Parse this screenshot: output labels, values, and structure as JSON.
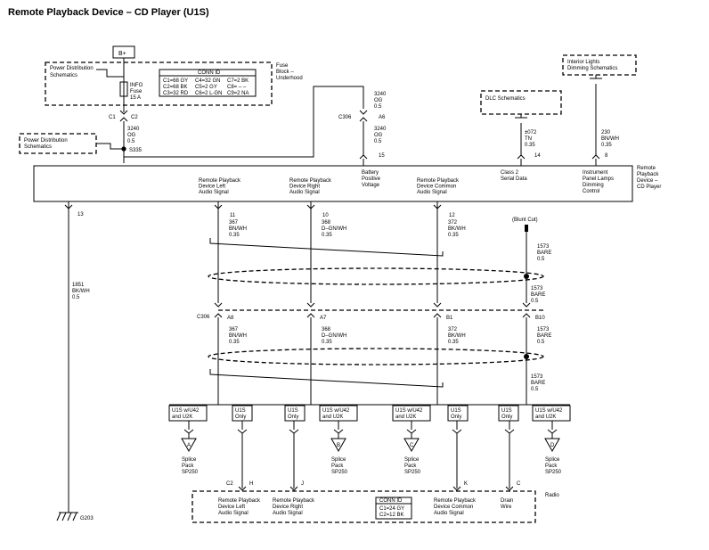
{
  "title": "Remote Playback Device – CD Player (U1S)",
  "fuse_block": {
    "battery": "B+",
    "power_dist": [
      "Power Distribution",
      "Schematics"
    ],
    "label": [
      "Fuse",
      "Block –",
      "Underhood"
    ],
    "conn_id_title": "CONN ID",
    "conn_id_rows": [
      [
        "C1=68 GY",
        "C4=32 GN",
        "C7=2 BK"
      ],
      [
        "C2=68 BK",
        "C5=2 GY",
        "C8= – –"
      ],
      [
        "C3=32 RD",
        "C6=2 L-GN",
        "C9=2 NA"
      ]
    ],
    "fuse": [
      "INFO",
      "Fuse",
      "15 A"
    ],
    "c1": "C1",
    "c2": "C2"
  },
  "left_feed": {
    "power_dist": [
      "Power Distribution",
      "Schematics"
    ],
    "wire": [
      "3240",
      "OG",
      "0.5"
    ],
    "splice": "S335"
  },
  "battery_feed": {
    "wire_top": [
      "3240",
      "OG",
      "0.5"
    ],
    "connector": "C306",
    "pin": "A6",
    "wire_bottom": [
      "3240",
      "OG",
      "0.5"
    ],
    "pin_device": "15",
    "label": [
      "Battery",
      "Positive",
      "Voltage"
    ]
  },
  "dlc": {
    "label": "DLC Schematics",
    "wire": [
      "±072",
      "TN",
      "0.35"
    ],
    "pin": "14",
    "label_device": [
      "Class 2",
      "Serial Data"
    ]
  },
  "dimming": {
    "label": [
      "Interior Lights",
      "Dimming Schematics"
    ],
    "wire": [
      "230",
      "BN/WH",
      "0.35"
    ],
    "pin": "8",
    "label_device": [
      "Instrument",
      "Panel Lamps",
      "Dimming",
      "Control"
    ]
  },
  "device": {
    "label": [
      "Remote",
      "Playback",
      "Device –",
      "CD Player"
    ],
    "ground_pin": "13",
    "ground_wire": [
      "1851",
      "BK/WH",
      "0.5"
    ],
    "ground": "G203",
    "blunt_cut": "(Blunt Cut)"
  },
  "signals": [
    {
      "label": [
        "Remote Playback",
        "Device Left",
        "Audio Signal"
      ],
      "pin": "11",
      "wire_top": [
        "367",
        "BN/WH",
        "0.35"
      ],
      "c306_pin": "A8",
      "wire_bottom": [
        "367",
        "BN/WH",
        "0.35"
      ]
    },
    {
      "label": [
        "Remote Playback",
        "Device Right",
        "Audio Signal"
      ],
      "pin": "10",
      "wire_top": [
        "368",
        "D–GN/WH",
        "0.35"
      ],
      "c306_pin": "A7",
      "wire_bottom": [
        "368",
        "D–GN/WH",
        "0.35"
      ]
    },
    {
      "label": [
        "Remote Playback",
        "Device Common",
        "Audio Signal"
      ],
      "pin": "12",
      "wire_top": [
        "372",
        "BK/WH",
        "0.35"
      ],
      "c306_pin": "B1",
      "wire_bottom": [
        "372",
        "BK/WH",
        "0.35"
      ]
    },
    {
      "label": [],
      "pin": "",
      "wire_top": [
        "1573",
        "BARE",
        "0.5"
      ],
      "c306_pin": "B10",
      "wire_bottom": [
        "1573",
        "BARE",
        "0.5"
      ]
    }
  ],
  "drain_mid": [
    "1573",
    "BARE",
    "0.5"
  ],
  "drain_low": [
    "1573",
    "BARE",
    "0.5"
  ],
  "c306_label": "C306",
  "options": {
    "a": [
      "U1S w/U42",
      "and U2K"
    ],
    "b": [
      "U1S",
      "Only"
    ],
    "c": [
      "U1S",
      "Only"
    ],
    "d": [
      "U1S w/U42",
      "and U2K"
    ],
    "e": [
      "U1S w/U42",
      "and U2K"
    ],
    "f": [
      "U1S",
      "Only"
    ],
    "g": [
      "U1S",
      "Only"
    ],
    "h": [
      "U1S w/U42",
      "and U2K"
    ]
  },
  "splice_packs": [
    {
      "letter": "A",
      "label": [
        "Splice",
        "Pack",
        "SP250"
      ]
    },
    {
      "letter": "B",
      "label": [
        "Splice",
        "Pack",
        "SP250"
      ]
    },
    {
      "letter": "C",
      "label": [
        "Splice",
        "Pack",
        "SP250"
      ]
    },
    {
      "letter": "D",
      "label": [
        "Splice",
        "Pack",
        "SP250"
      ]
    }
  ],
  "radio": {
    "label": "Radio",
    "connector": "C2",
    "pins": [
      "H",
      "J",
      "K",
      "C"
    ],
    "labels": [
      [
        "Remote Playback",
        "Device Left",
        "Audio Signal"
      ],
      [
        "Remote Playback",
        "Device Right",
        "Audio Signal"
      ],
      [
        "Remote Playback",
        "Device Common",
        "Audio Signal"
      ],
      [
        "Drain",
        "Wire"
      ]
    ],
    "conn_id_title": "CONN ID",
    "conn_id_rows": [
      "C1=24 GY",
      "C2=12 BK"
    ]
  }
}
